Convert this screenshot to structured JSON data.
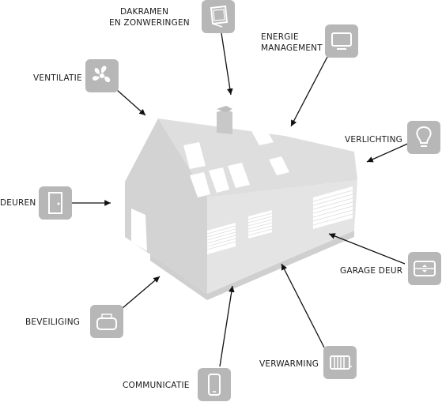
{
  "labels": {
    "dakramen_line1": "DAKRAMEN",
    "dakramen_line2": "EN ZONWERINGEN",
    "energie_line1": "ENERGIE",
    "energie_line2": "MANAGEMENT",
    "ventilatie": "VENTILATIE",
    "verlichting": "VERLICHTING",
    "deuren": "DEUREN",
    "garage_deur": "GARAGE DEUR",
    "beveiliging": "BEVEILIGING",
    "verwarming": "VERWARMING",
    "communicatie": "COMMUNICATIE"
  },
  "icons": {
    "dakramen": "roof-window-icon",
    "energie": "monitor-icon",
    "ventilatie": "fan-icon",
    "verlichting": "light-bulb-icon",
    "deuren": "door-icon",
    "garage_deur": "garage-door-icon",
    "beveiliging": "security-device-icon",
    "verwarming": "radiator-icon",
    "communicatie": "smartphone-icon"
  },
  "colors": {
    "tile": "#b7b7b7",
    "house_front": "#d6d6d6",
    "house_side": "#e3e3e3",
    "house_shadow": "#c4c4c4",
    "text": "#1a1a1a"
  }
}
